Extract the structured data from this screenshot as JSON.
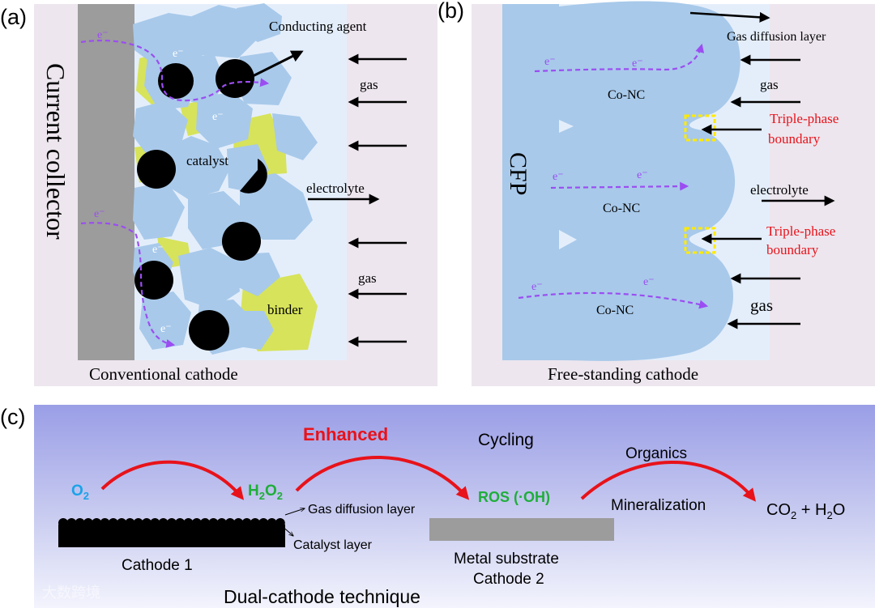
{
  "panel_a": {
    "label": "(a)",
    "current_collector": "Current collector",
    "conducting_agent": "Conducting agent",
    "gas_top": "gas",
    "catalyst": "catalyst",
    "electrolyte": "electrolyte",
    "gas_bottom": "gas",
    "binder": "binder",
    "caption": "Conventional cathode",
    "electron": "e⁻"
  },
  "panel_b": {
    "label": "(b)",
    "cfp": "CFP",
    "gdl": "Gas diffusion layer",
    "gas_top": "gas",
    "tpb_1_line1": "Triple-phase",
    "tpb_1_line2": "boundary",
    "electrolyte": "electrolyte",
    "tpb_2_line1": "Triple-phase",
    "tpb_2_line2": "boundary",
    "gas_bottom": "gas",
    "co_nc": "Co-NC",
    "caption": "Free-standing cathode",
    "electron": "e⁻"
  },
  "panel_c": {
    "label": "(c)",
    "o2": "O",
    "o2_sub": "2",
    "h2o2_h": "H",
    "h2o2_sub1": "2",
    "h2o2_o": "O",
    "h2o2_sub2": "2",
    "enhanced": "Enhanced",
    "cycling": "Cycling",
    "ros": "ROS (·OH)",
    "organics": "Organics",
    "mineralization": "Mineralization",
    "co2_h2o_a": "CO",
    "co2_sub": "2",
    "co2_h2o_b": " + H",
    "h2o_sub": "2",
    "co2_h2o_c": "O",
    "gas_diffusion_layer": "Gas diffusion layer",
    "catalyst_layer": "Catalyst layer",
    "cathode1": "Cathode 1",
    "metal_substrate": "Metal substrate",
    "cathode2": "Cathode 2",
    "technique": "Dual-cathode technique",
    "watermark": "大数跨境"
  },
  "colors": {
    "panel_bg": "#ede6ee",
    "light_blue": "#e4eefb",
    "particle": "#a8c9ea",
    "binder": "#d7e35a",
    "collector": "#9c9c9c",
    "electron_path": "#9b4df2",
    "red_arrow": "#e8121a",
    "o2_color": "#1aa3e8",
    "green": "#1fae3a",
    "tpb_red": "#e8121a"
  }
}
